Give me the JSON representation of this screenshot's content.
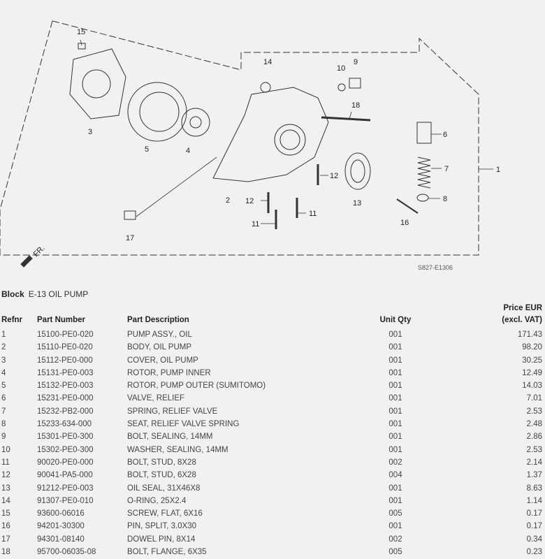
{
  "diagram": {
    "code": "S827-E1306",
    "direction_label": "FR.",
    "callouts": [
      "15",
      "3",
      "5",
      "4",
      "14",
      "10",
      "9",
      "18",
      "6",
      "7",
      "1",
      "12",
      "2",
      "12",
      "11",
      "13",
      "8",
      "11",
      "16",
      "17"
    ]
  },
  "block": {
    "label": "Block",
    "value": "E-13 OIL PUMP"
  },
  "table": {
    "headers": {
      "refnr": "Refnr",
      "part_number": "Part Number",
      "description": "Part Description",
      "qty": "Unit Qty",
      "price_line1": "Price EUR",
      "price_line2": "(excl. VAT)"
    },
    "rows": [
      {
        "ref": "1",
        "pn": "15100-PE0-020",
        "desc": "PUMP ASSY., OIL",
        "qty": "001",
        "price": "171.43"
      },
      {
        "ref": "2",
        "pn": "15110-PE0-020",
        "desc": "BODY, OIL PUMP",
        "qty": "001",
        "price": "98.20"
      },
      {
        "ref": "3",
        "pn": "15112-PE0-000",
        "desc": "COVER, OIL PUMP",
        "qty": "001",
        "price": "30.25"
      },
      {
        "ref": "4",
        "pn": "15131-PE0-003",
        "desc": "ROTOR, PUMP INNER",
        "qty": "001",
        "price": "12.49"
      },
      {
        "ref": "5",
        "pn": "15132-PE0-003",
        "desc": "ROTOR, PUMP OUTER (SUMITOMO)",
        "qty": "001",
        "price": "14.03"
      },
      {
        "ref": "6",
        "pn": "15231-PE0-000",
        "desc": "VALVE, RELIEF",
        "qty": "001",
        "price": "7.01"
      },
      {
        "ref": "7",
        "pn": "15232-PB2-000",
        "desc": "SPRING, RELIEF VALVE",
        "qty": "001",
        "price": "2.53"
      },
      {
        "ref": "8",
        "pn": "15233-634-000",
        "desc": "SEAT, RELIEF VALVE SPRING",
        "qty": "001",
        "price": "2.48"
      },
      {
        "ref": "9",
        "pn": "15301-PE0-300",
        "desc": "BOLT, SEALING, 14MM",
        "qty": "001",
        "price": "2.86"
      },
      {
        "ref": "10",
        "pn": "15302-PE0-300",
        "desc": "WASHER, SEALING, 14MM",
        "qty": "001",
        "price": "2.53"
      },
      {
        "ref": "11",
        "pn": "90020-PE0-000",
        "desc": "BOLT, STUD, 8X28",
        "qty": "002",
        "price": "2.14"
      },
      {
        "ref": "12",
        "pn": "90041-PA5-000",
        "desc": "BOLT, STUD, 6X28",
        "qty": "004",
        "price": "1.37"
      },
      {
        "ref": "13",
        "pn": "91212-PE0-003",
        "desc": "OIL SEAL, 31X46X8",
        "qty": "001",
        "price": "8.63"
      },
      {
        "ref": "14",
        "pn": "91307-PE0-010",
        "desc": "O-RING, 25X2.4",
        "qty": "001",
        "price": "1.14"
      },
      {
        "ref": "15",
        "pn": "93600-06016",
        "desc": "SCREW, FLAT, 6X16",
        "qty": "005",
        "price": "0.17"
      },
      {
        "ref": "16",
        "pn": "94201-30300",
        "desc": "PIN, SPLIT, 3.0X30",
        "qty": "001",
        "price": "0.17"
      },
      {
        "ref": "17",
        "pn": "94301-08140",
        "desc": "DOWEL PIN, 8X14",
        "qty": "002",
        "price": "0.34"
      },
      {
        "ref": "18",
        "pn": "95700-06035-08",
        "desc": "BOLT, FLANGE, 6X35",
        "qty": "005",
        "price": "0.23"
      }
    ]
  }
}
